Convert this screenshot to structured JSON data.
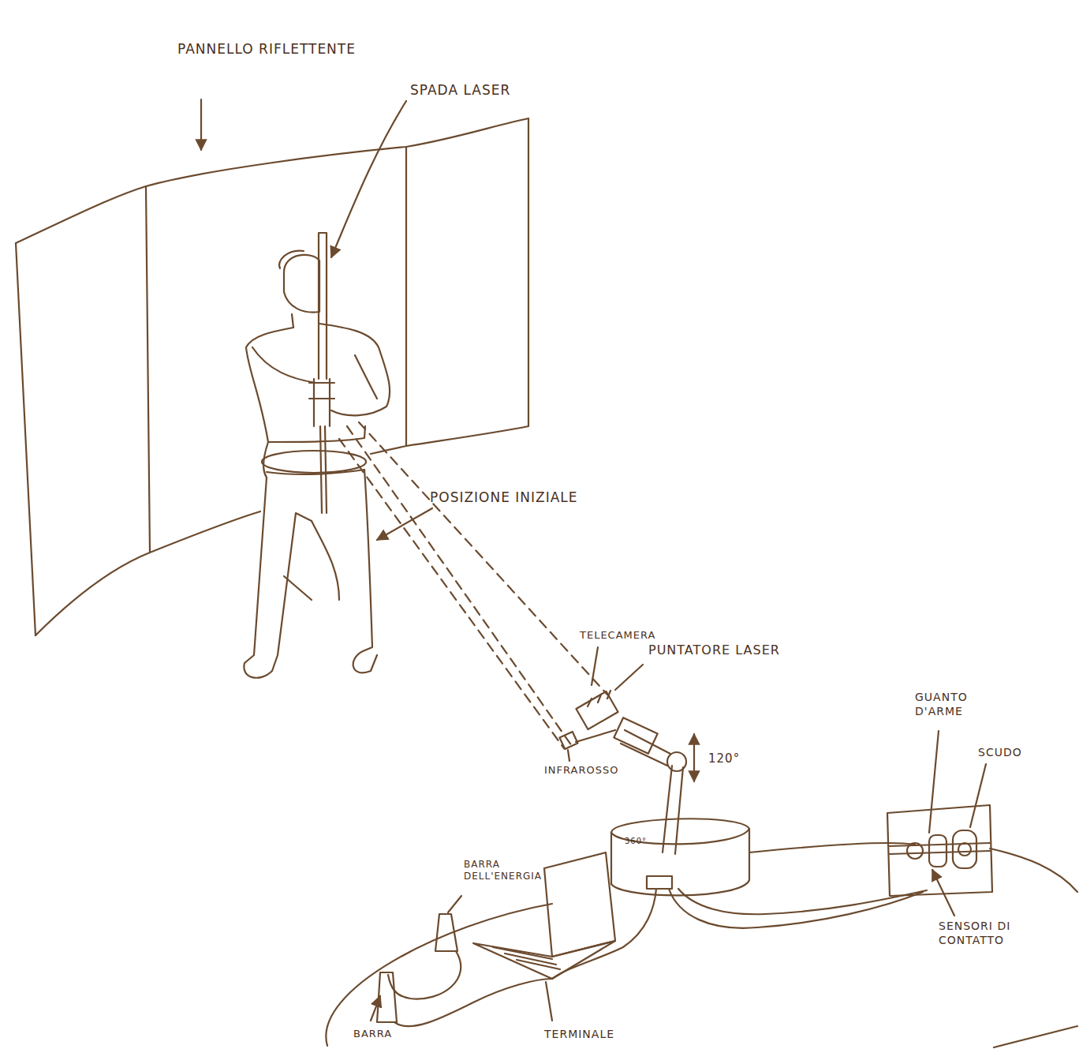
{
  "diagram": {
    "labels": [
      "PANNELLO RIFLETTENTE",
      "SPADA LASER",
      "POSIZIONE INIZIALE",
      "TELECAMERA",
      "PUNTATORE LASER",
      "INFRAROSSO",
      "120°",
      "360°",
      "BARRA DELL'ENERGIA",
      "TERMINALE",
      "BARRA",
      "GUANTO D'ARME",
      "SCUDO",
      "SENSORI DI CONTATTO"
    ]
  }
}
